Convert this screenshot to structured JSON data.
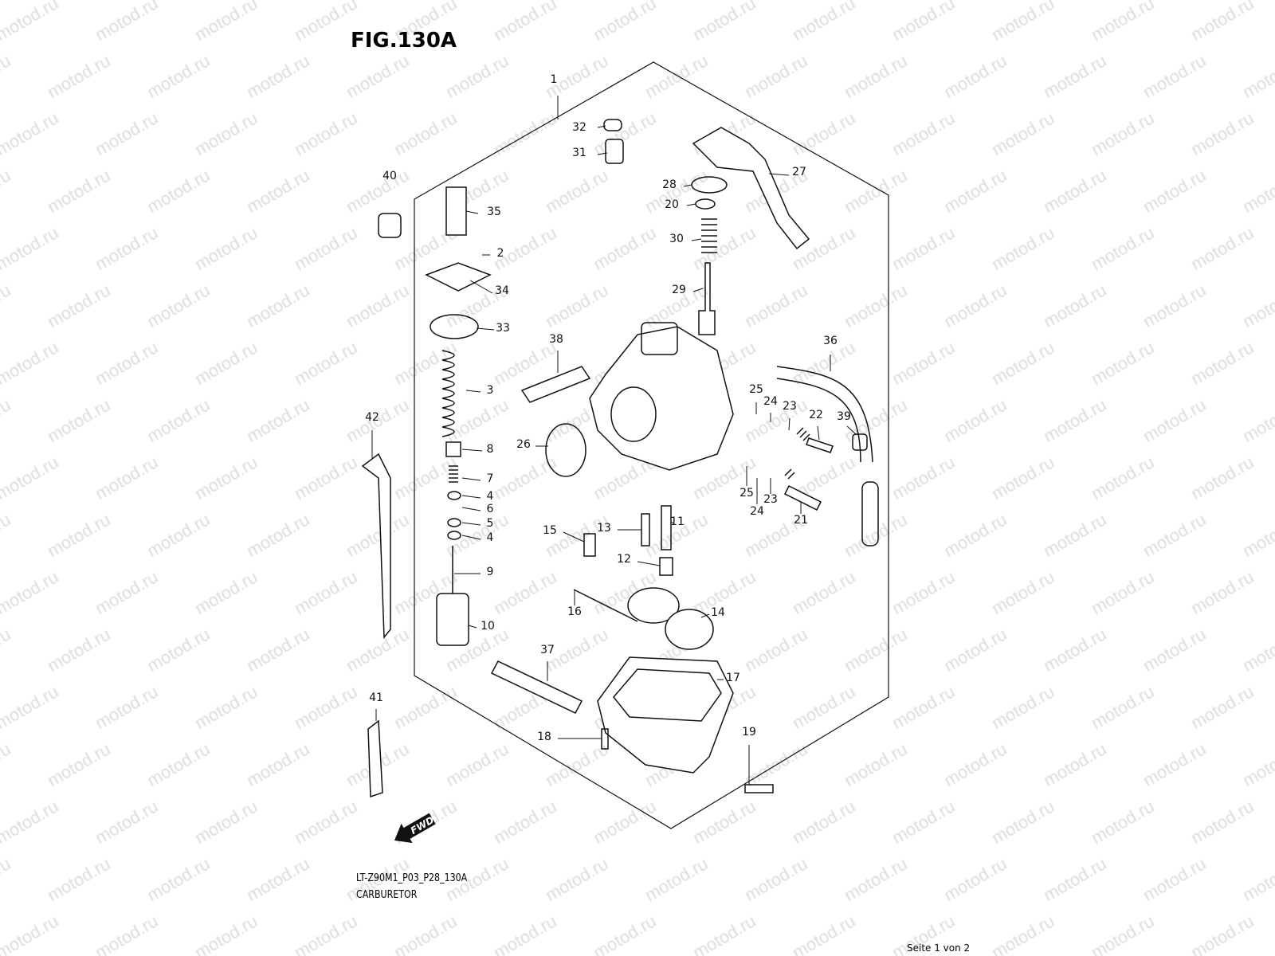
{
  "figure": {
    "title": "FIG.130A",
    "code": "LT-Z90M1_P03_P28_130A",
    "name": "CARBURETOR"
  },
  "footer": {
    "page": "Seite 1 von 2"
  },
  "watermark": "motod.ru",
  "fwd_label": "FWD",
  "callouts": [
    "1",
    "32",
    "31",
    "27",
    "28",
    "20",
    "40",
    "35",
    "2",
    "30",
    "34",
    "29",
    "33",
    "38",
    "36",
    "3",
    "25",
    "24",
    "23",
    "22",
    "39",
    "42",
    "26",
    "8",
    "7",
    "4",
    "6",
    "5",
    "4",
    "25",
    "23",
    "24",
    "21",
    "11",
    "13",
    "15",
    "12",
    "9",
    "16",
    "14",
    "10",
    "37",
    "17",
    "41",
    "18",
    "19"
  ]
}
